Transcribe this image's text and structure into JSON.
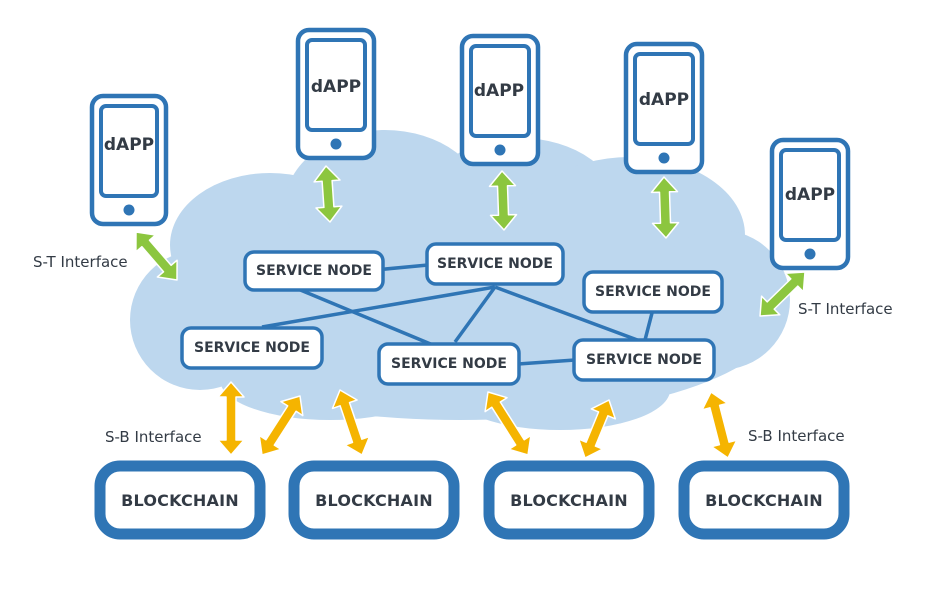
{
  "colors": {
    "cloud": "#bdd7ee",
    "blue": "#2f75b5",
    "green_arrow": "#8cc63f",
    "orange_arrow": "#f5b400",
    "text": "#333b45"
  },
  "dapps": [
    {
      "label": "dAPP"
    },
    {
      "label": "dAPP"
    },
    {
      "label": "dAPP"
    },
    {
      "label": "dAPP"
    },
    {
      "label": "dAPP"
    }
  ],
  "service_nodes": [
    {
      "label": "SERVICE NODE"
    },
    {
      "label": "SERVICE NODE"
    },
    {
      "label": "SERVICE NODE"
    },
    {
      "label": "SERVICE NODE"
    },
    {
      "label": "SERVICE NODE"
    },
    {
      "label": "SERVICE NODE"
    }
  ],
  "blockchains": [
    {
      "label": "BLOCKCHAIN"
    },
    {
      "label": "BLOCKCHAIN"
    },
    {
      "label": "BLOCKCHAIN"
    },
    {
      "label": "BLOCKCHAIN"
    }
  ],
  "interfaces": {
    "st_left": "S-T Interface",
    "st_right": "S-T Interface",
    "sb_left": "S-B Interface",
    "sb_right": "S-B Interface"
  }
}
